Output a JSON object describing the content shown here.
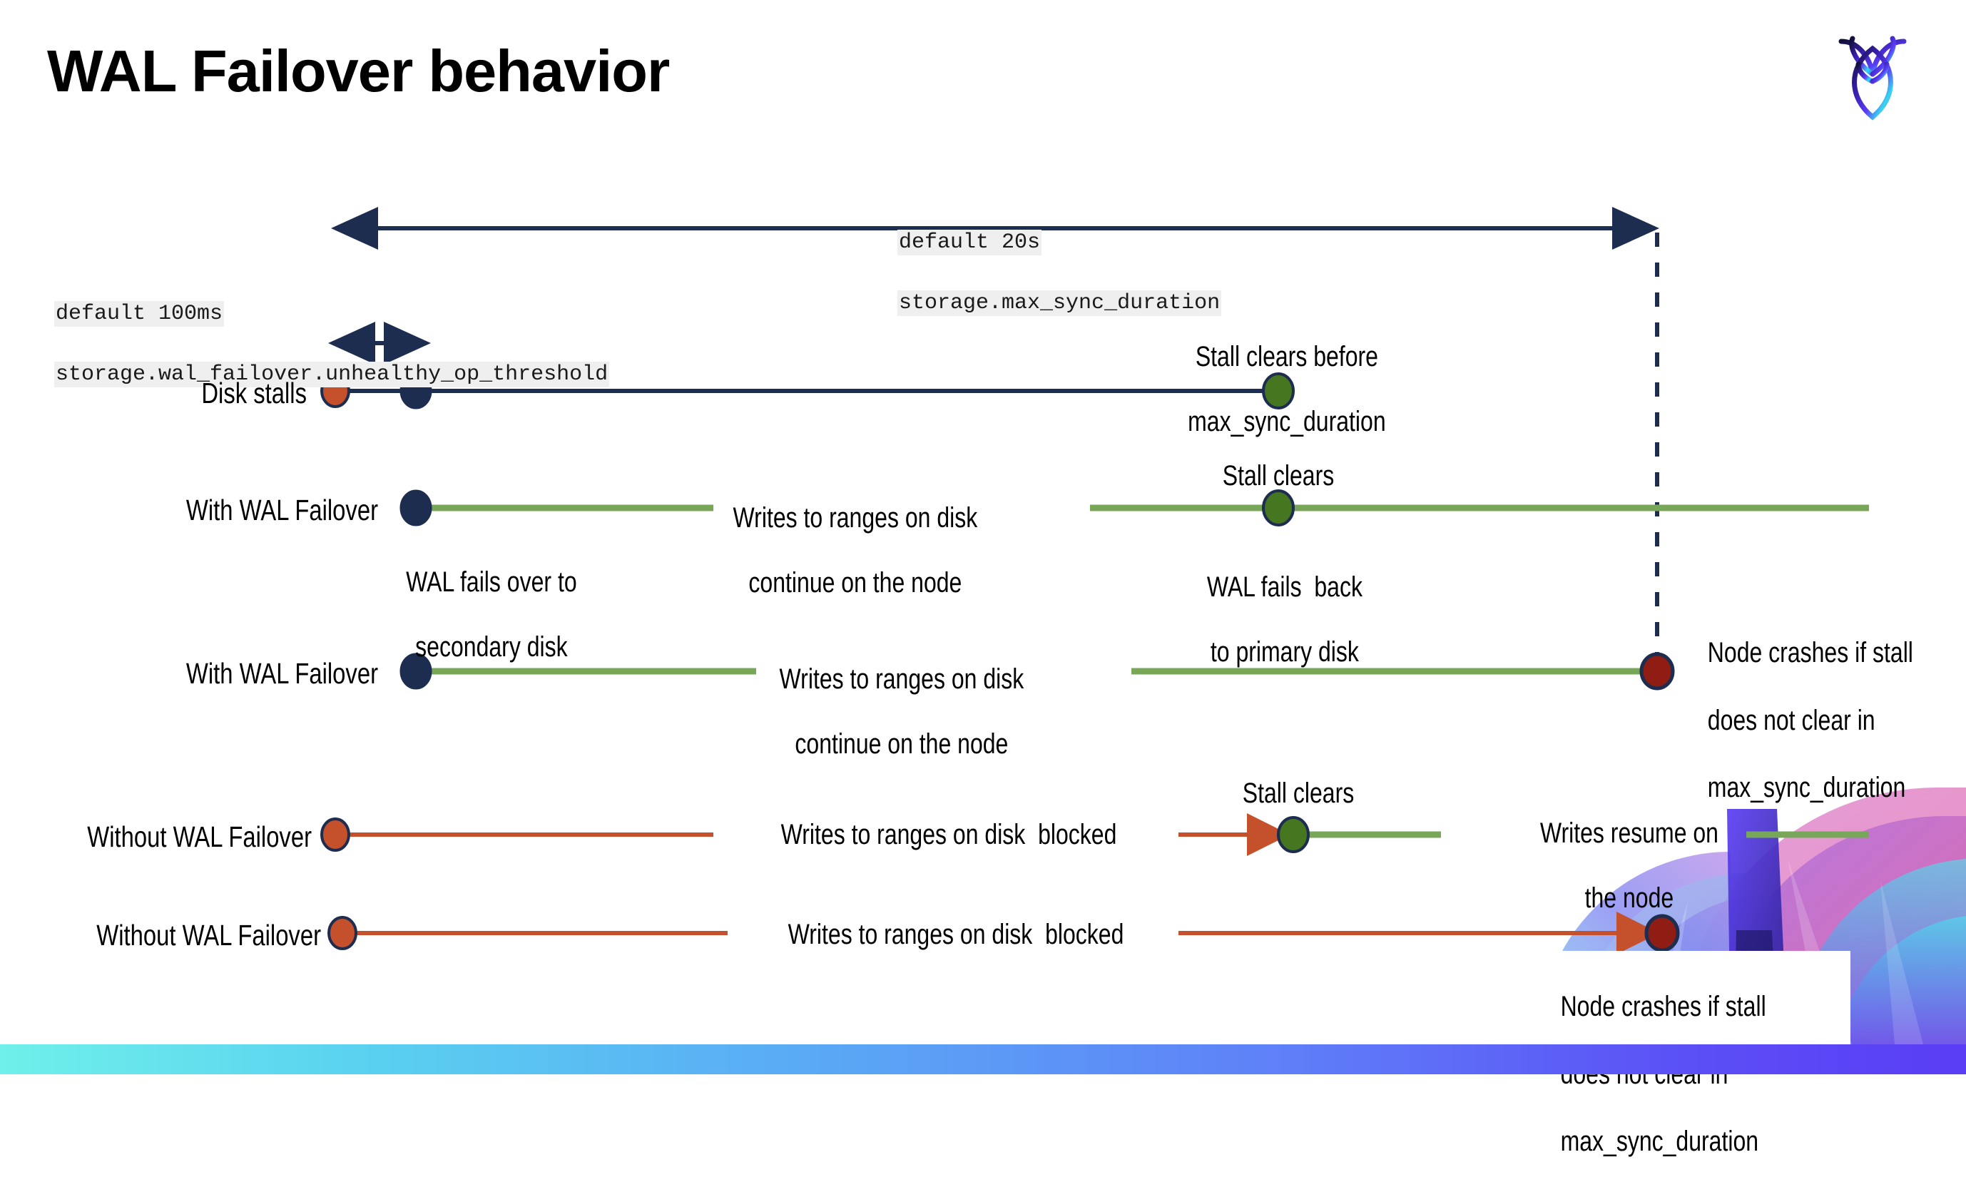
{
  "slide": {
    "title": "WAL Failover behavior",
    "logo_name": "cockroachdb-logo",
    "accent_colors": {
      "navy": "#1d2d50",
      "green": "#78a75a",
      "red_orange": "#c4512b",
      "dark_red": "#8f1d14",
      "green_dot": "#46761f",
      "code_bg": "#efefef",
      "bar_gradient_start": "#6ff0ea",
      "bar_gradient_end": "#5a3df5"
    }
  },
  "annotations": {
    "max_sync": {
      "line1": "default 20s",
      "line2": "storage.max_sync_duration"
    },
    "unhealthy_op": {
      "line1": "default 100ms",
      "line2": "storage.wal_failover.unhealthy_op_threshold"
    }
  },
  "rows": [
    {
      "id": "disk-stalls",
      "label": "Disk stalls",
      "notes": [
        {
          "id": "stall-clears-before",
          "text": "Stall clears before\nmax_sync_duration"
        }
      ]
    },
    {
      "id": "with-wal-failover-recovers",
      "label": "With WAL Failover",
      "notes": [
        {
          "id": "writes-continue",
          "text": "Writes to ranges on disk\ncontinue on the node"
        },
        {
          "id": "wal-fails-over",
          "text": "WAL fails over to\nsecondary disk"
        },
        {
          "id": "stall-clears",
          "text": "Stall clears"
        },
        {
          "id": "wal-fails-back",
          "text": "WAL fails  back\nto primary disk"
        }
      ]
    },
    {
      "id": "with-wal-failover-crashes",
      "label": "With WAL Failover",
      "notes": [
        {
          "id": "writes-continue-2",
          "text": "Writes to ranges on disk\ncontinue on the node"
        },
        {
          "id": "node-crashes-1",
          "text": "Node crashes if stall\ndoes not clear in\nmax_sync_duration"
        }
      ]
    },
    {
      "id": "without-wal-failover-recovers",
      "label": "Without WAL Failover",
      "notes": [
        {
          "id": "writes-blocked",
          "text": "Writes to ranges on disk  blocked"
        },
        {
          "id": "stall-clears-2",
          "text": "Stall clears"
        },
        {
          "id": "writes-resume",
          "text": "Writes resume on\nthe node"
        }
      ]
    },
    {
      "id": "without-wal-failover-crashes",
      "label": "Without WAL Failover",
      "notes": [
        {
          "id": "writes-blocked-2",
          "text": "Writes to ranges on disk  blocked"
        },
        {
          "id": "node-crashes-2",
          "text": "Node crashes if stall\ndoes not clear in\nmax_sync_duration"
        }
      ]
    }
  ],
  "text": {
    "title": "WAL Failover behavior",
    "disk_stalls": "Disk stalls",
    "with_wal_failover_1": "With WAL Failover",
    "with_wal_failover_2": "With WAL Failover",
    "without_wal_failover_1": "Without WAL Failover",
    "without_wal_failover_2": "Without WAL Failover",
    "stall_clears_before": "Stall clears before",
    "max_sync_duration_1": "max_sync_duration",
    "writes_continue_a": "Writes to ranges on disk",
    "writes_continue_b": "continue on the node",
    "wal_fails_over_a": "WAL fails over to",
    "wal_fails_over_b": "secondary disk",
    "stall_clears_1": "Stall clears",
    "wal_fails_back_a": "WAL fails  back",
    "wal_fails_back_b": "to primary disk",
    "writes_continue_2a": "Writes to ranges on disk",
    "writes_continue_2b": "continue on the node",
    "node_crashes_1a": "Node crashes if stall",
    "node_crashes_1b": "does not clear in",
    "node_crashes_1c": "max_sync_duration",
    "writes_blocked_1": "Writes to ranges on disk  blocked",
    "stall_clears_2": "Stall clears",
    "writes_resume_a": "Writes resume on",
    "writes_resume_b": "the node",
    "writes_blocked_2": "Writes to ranges on disk  blocked",
    "node_crashes_2a": "Node crashes if stall",
    "node_crashes_2b": "does not clear in",
    "node_crashes_2c": "max_sync_duration",
    "code_max_sync_1": "default 20s",
    "code_max_sync_2": "storage.max_sync_duration",
    "code_unhealthy_1": "default 100ms",
    "code_unhealthy_2": "storage.wal_failover.unhealthy_op_threshold"
  }
}
